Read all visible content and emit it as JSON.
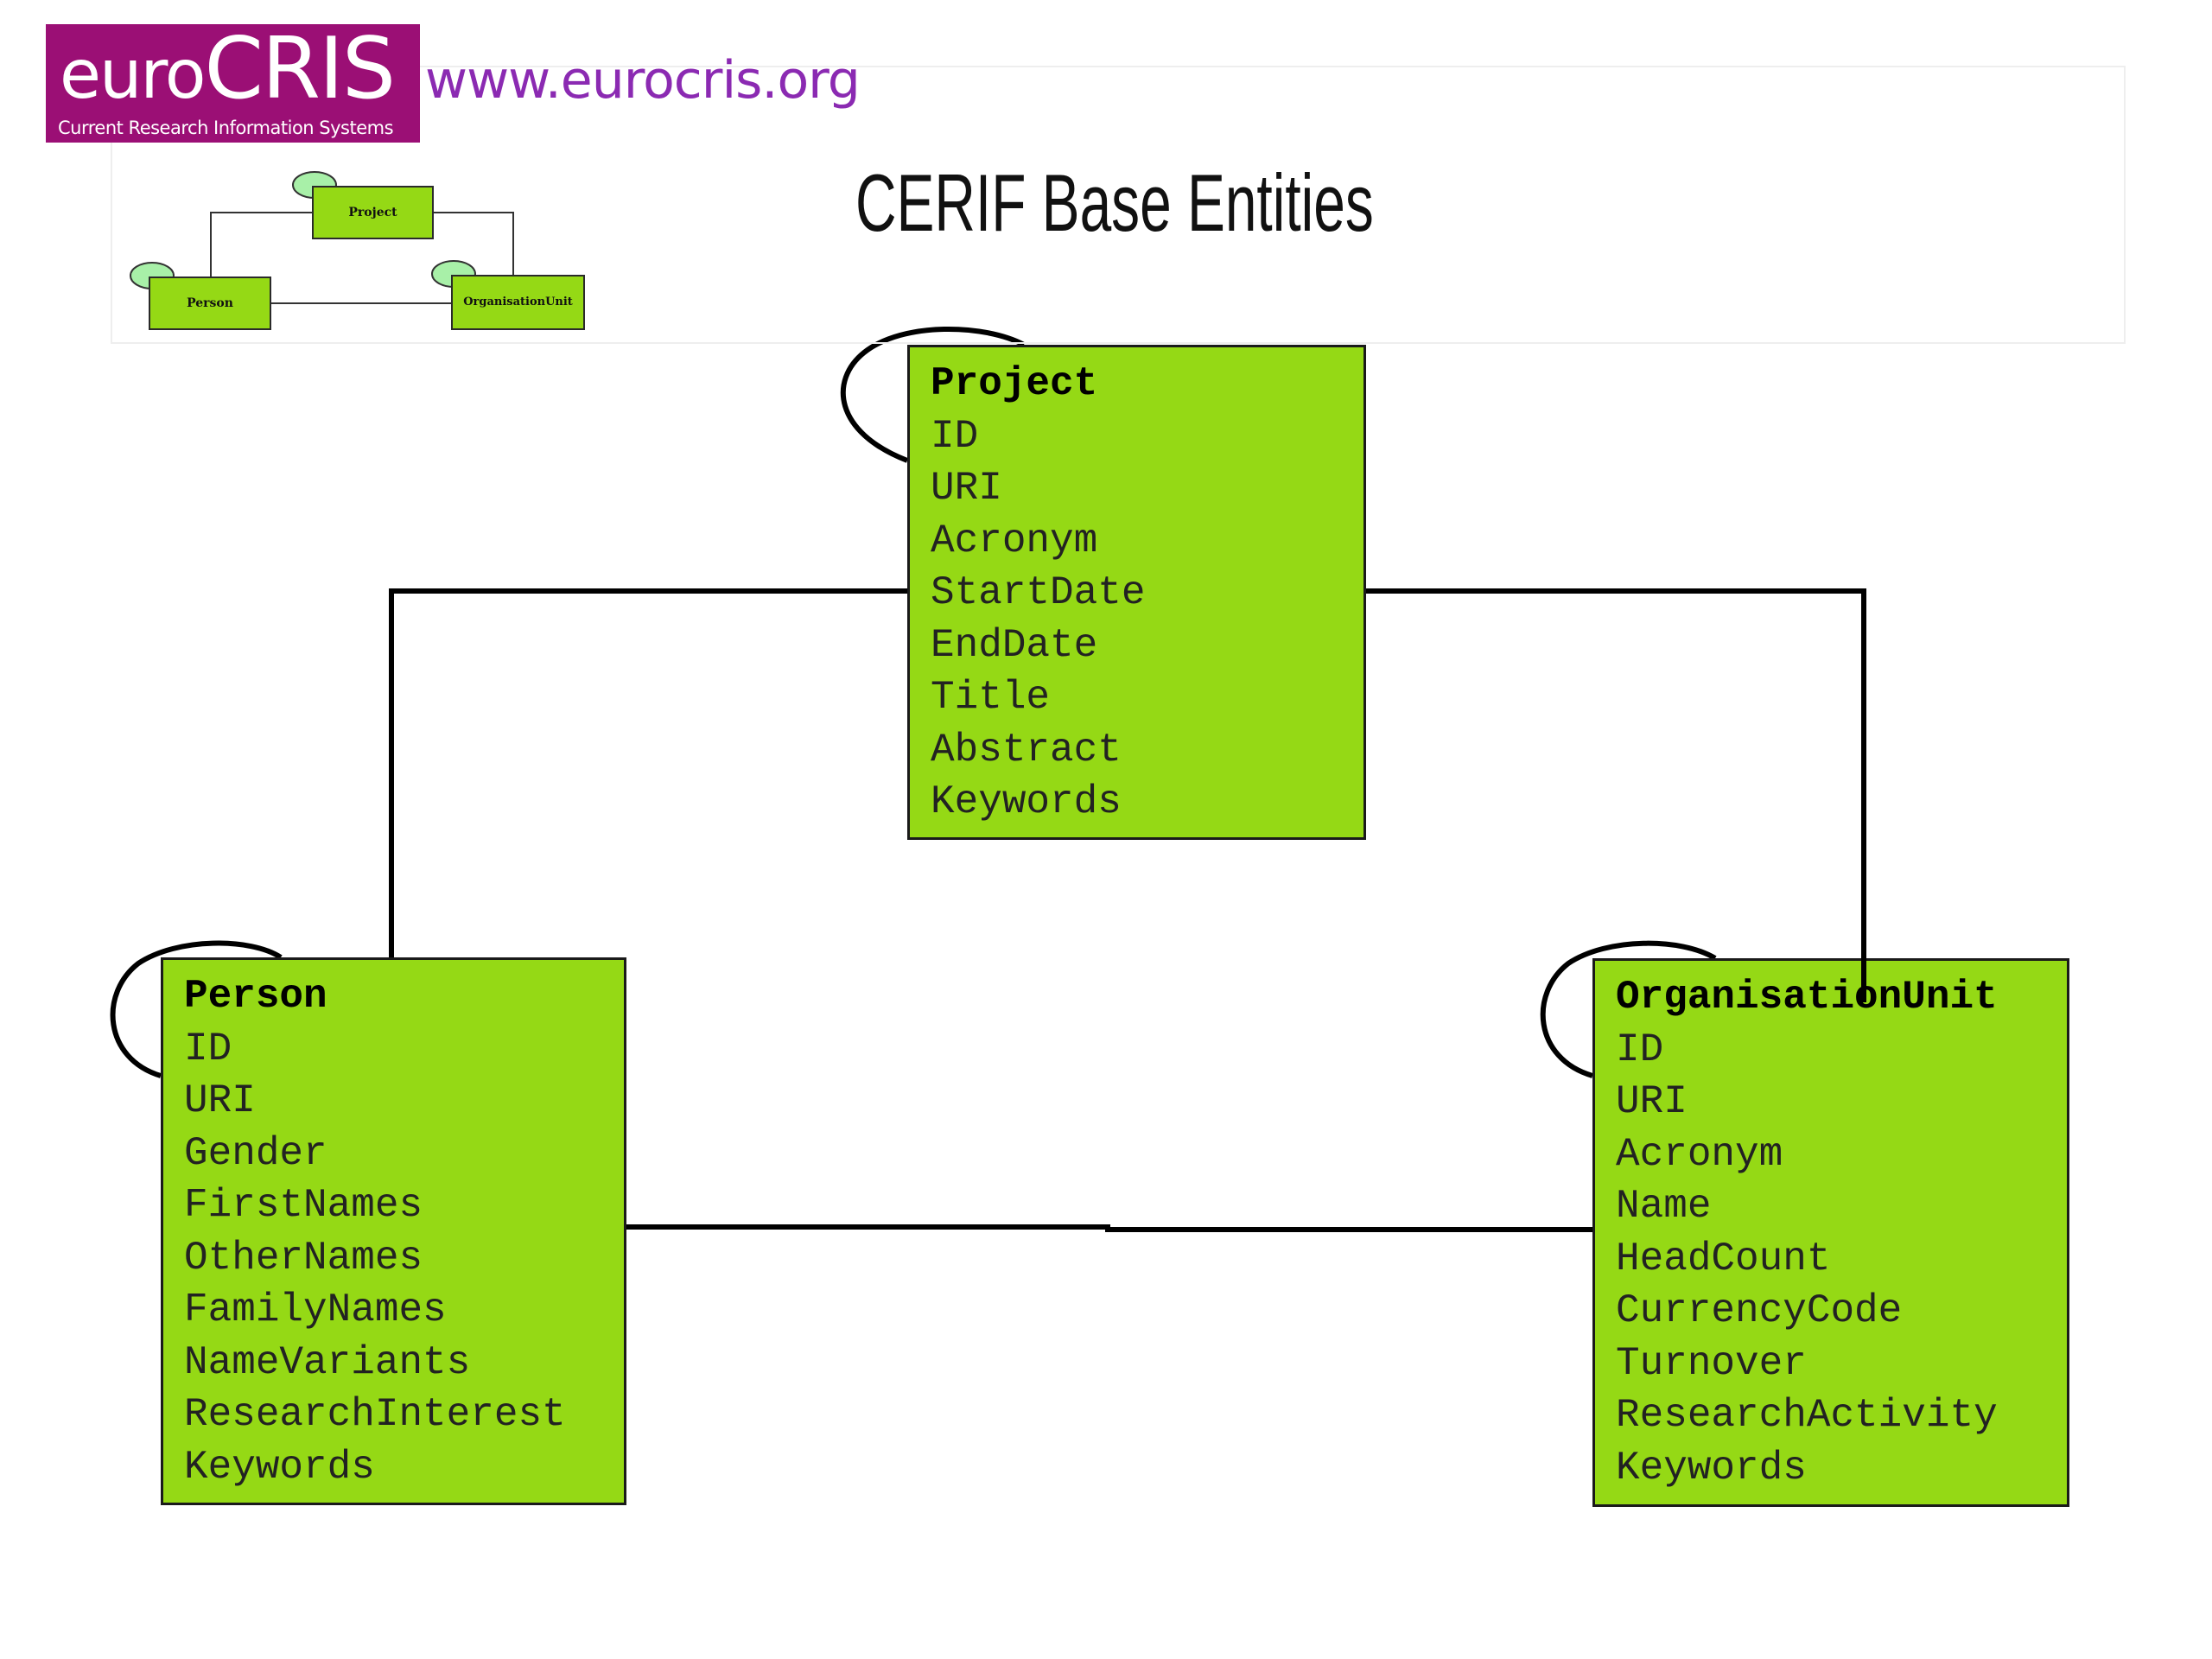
{
  "header": {
    "logo_main": "CRIS",
    "logo_prefix": "euro",
    "logo_sub": "Current Research Information Systems",
    "url": "www.eurocris.org",
    "title": "CERIF Base Entities"
  },
  "thumbnail": {
    "project": "Project",
    "person": "Person",
    "org": "OrganisationUnit"
  },
  "entities": {
    "project": {
      "title": "Project",
      "attributes": [
        "ID",
        "URI",
        "Acronym",
        "StartDate",
        "EndDate",
        "Title",
        "Abstract",
        "Keywords"
      ]
    },
    "person": {
      "title": "Person",
      "attributes": [
        "ID",
        "URI",
        "Gender",
        "FirstNames",
        "OtherNames",
        "FamilyNames",
        "NameVariants",
        "ResearchInterest",
        "Keywords"
      ]
    },
    "org": {
      "title": "OrganisationUnit",
      "attributes": [
        "ID",
        "URI",
        "Acronym",
        "Name",
        "HeadCount",
        "CurrencyCode",
        "Turnover",
        "ResearchActivity",
        "Keywords"
      ]
    }
  },
  "colors": {
    "entity_fill": "#95d915",
    "logo_bg": "#9b0f75",
    "url_text": "#8b2ab2",
    "mini_loop_fill": "#a8f0a8"
  }
}
